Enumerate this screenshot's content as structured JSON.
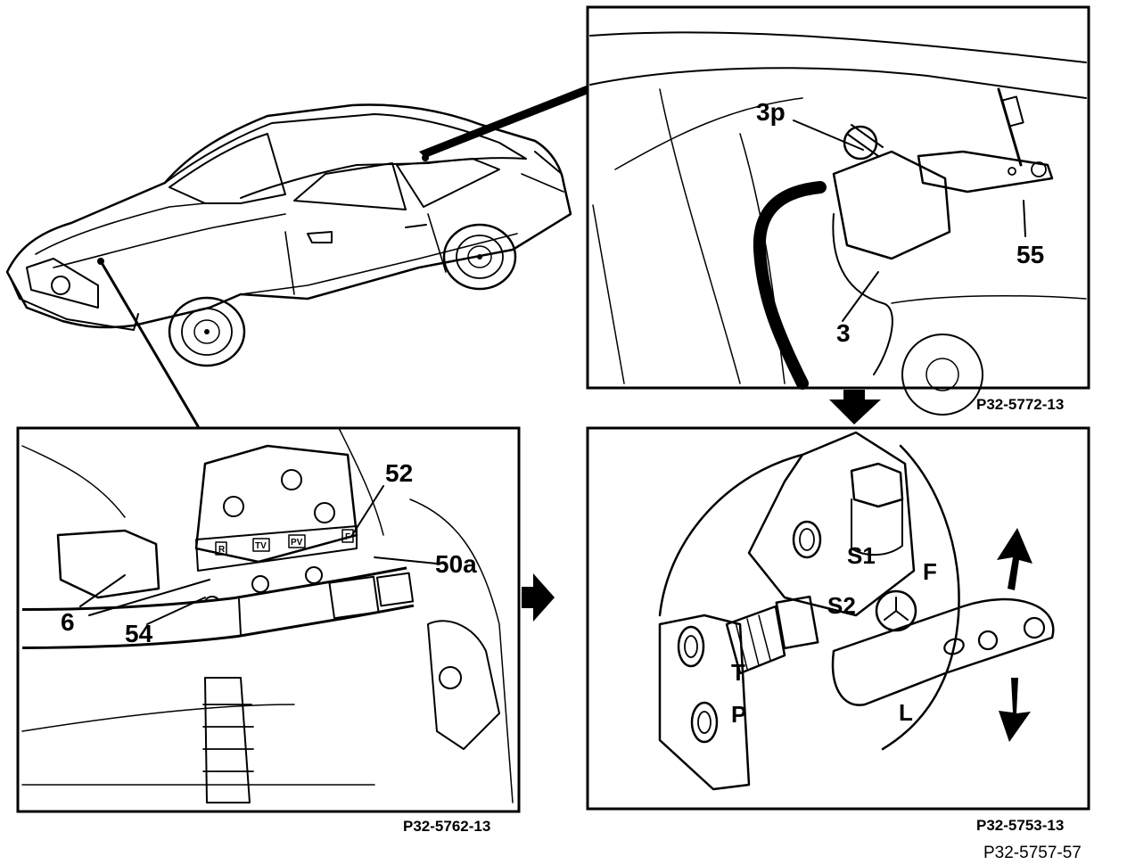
{
  "colors": {
    "ink": "#000000",
    "paper": "#ffffff"
  },
  "panels": {
    "car": {
      "icon": "car-overview-illustration"
    },
    "top_right": {
      "ref": "P32-5772-13",
      "labels": {
        "item_3p": "3p",
        "item_55": "55",
        "item_3": "3"
      }
    },
    "bottom_left": {
      "ref": "P32-5762-13",
      "labels": {
        "item_52": "52",
        "item_50a": "50a",
        "item_6": "6",
        "item_54": "54"
      },
      "port_tags": {
        "r": "R",
        "tv": "TV",
        "pv": "PV",
        "f": "F"
      }
    },
    "bottom_right": {
      "ref": "P32-5753-13",
      "labels": {
        "s1": "S1",
        "s2": "S2",
        "f": "F",
        "t": "T",
        "p": "P",
        "l": "L"
      }
    }
  },
  "figure_ref": "P32-5757-57",
  "arrows": {
    "down_arrow_icon": "arrow-down-icon",
    "right_arrow_icon": "arrow-right-icon"
  }
}
